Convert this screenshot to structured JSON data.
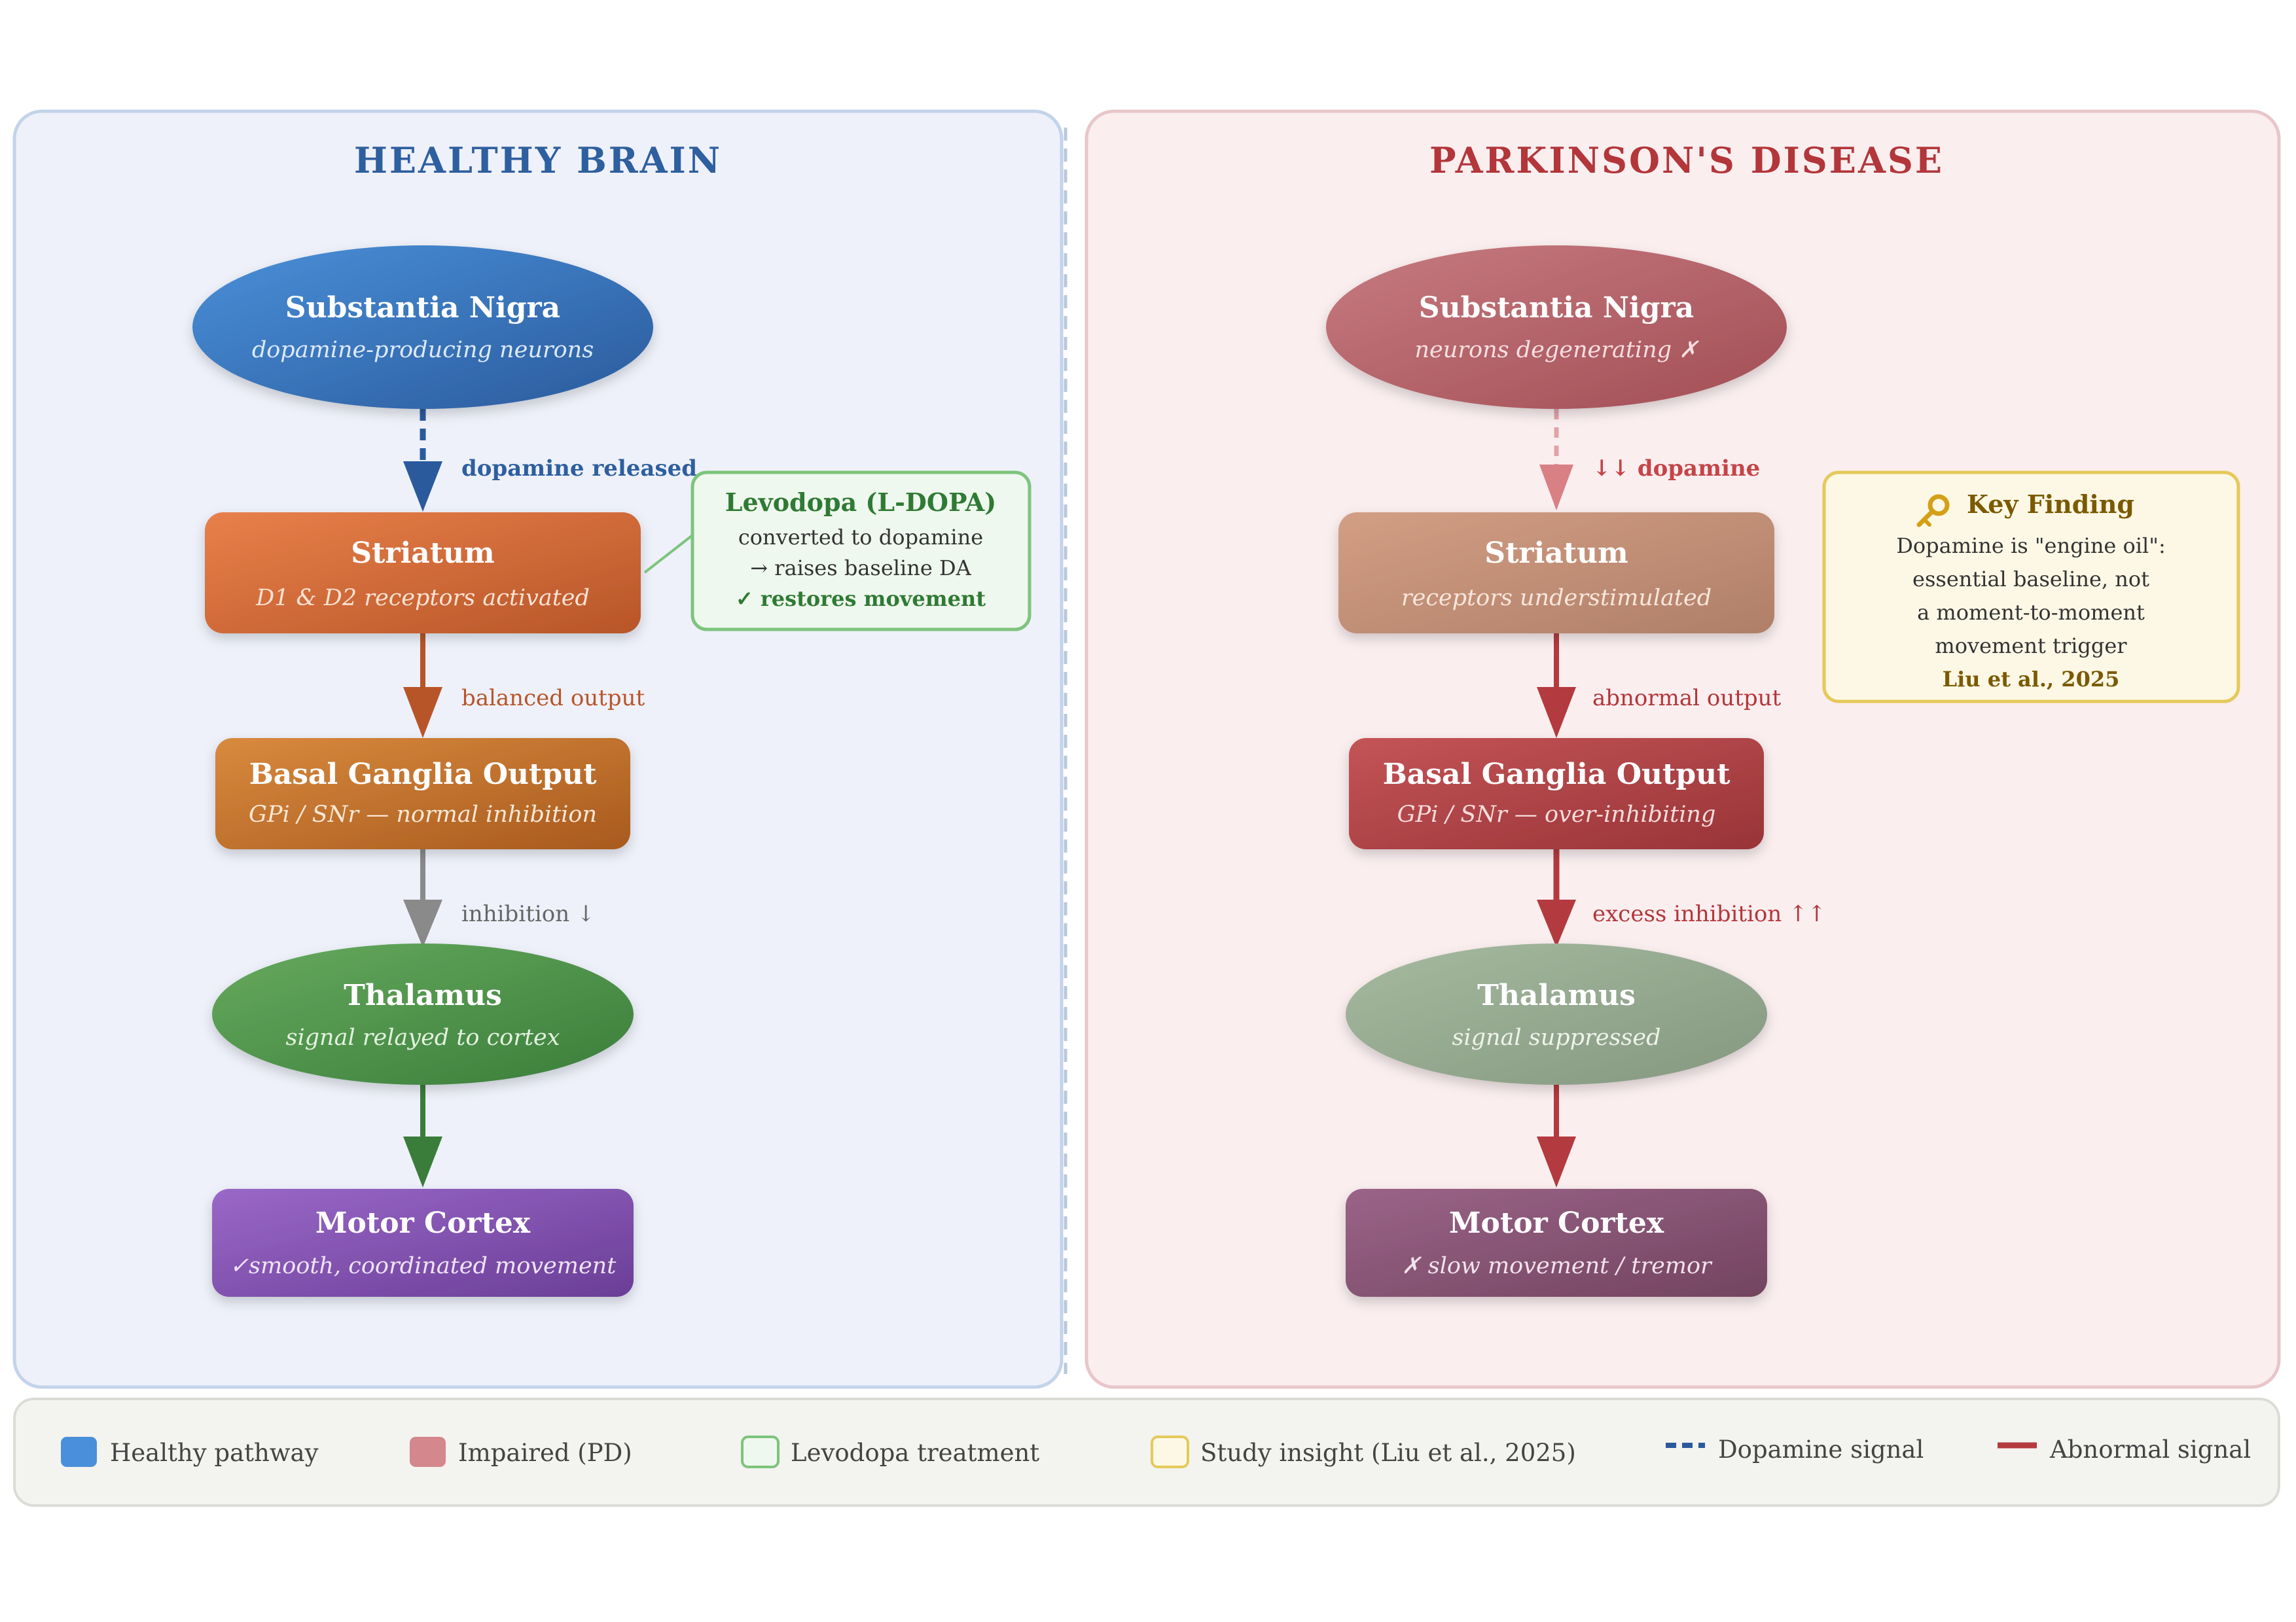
{
  "healthy": {
    "title": "HEALTHY BRAIN",
    "nodes": {
      "sn": {
        "title": "Substantia Nigra",
        "sub": "dopamine-producing neurons"
      },
      "striatum": {
        "title": "Striatum",
        "sub": "D1 & D2 receptors activated"
      },
      "bgo": {
        "title": "Basal Ganglia Output",
        "sub": "GPi / SNr — normal inhibition"
      },
      "thalamus": {
        "title": "Thalamus",
        "sub": "signal relayed to cortex"
      },
      "motor": {
        "title": "Motor Cortex",
        "sub": "✓smooth, coordinated movement"
      }
    },
    "edges": {
      "e1": "dopamine released",
      "e2": "balanced output",
      "e3": "inhibition ↓"
    }
  },
  "pd": {
    "title": "PARKINSON'S DISEASE",
    "nodes": {
      "sn": {
        "title": "Substantia Nigra",
        "sub": "neurons degenerating ✗"
      },
      "striatum": {
        "title": "Striatum",
        "sub": "receptors understimulated"
      },
      "bgo": {
        "title": "Basal Ganglia Output",
        "sub": "GPi / SNr — over-inhibiting"
      },
      "thalamus": {
        "title": "Thalamus",
        "sub": "signal suppressed"
      },
      "motor": {
        "title": "Motor Cortex",
        "sub": "✗ slow movement / tremor"
      }
    },
    "edges": {
      "e1": "↓↓ dopamine",
      "e2": "abnormal output",
      "e3": "excess inhibition ↑↑"
    }
  },
  "levodopa": {
    "title": "Levodopa (L-DOPA)",
    "lines": [
      "converted to dopamine",
      "→ raises baseline DA",
      "✓ restores movement"
    ]
  },
  "key_finding": {
    "icon": "key-icon",
    "title": "Key Finding",
    "lines": [
      "Dopamine is \"engine oil\":",
      "essential baseline, not",
      "a moment-to-moment",
      "movement trigger",
      "Liu et al., 2025"
    ]
  },
  "legend": {
    "healthy": "Healthy pathway",
    "impaired": "Impaired (PD)",
    "levodopa": "Levodopa treatment",
    "study": "Study insight (Liu et al., 2025)",
    "dopamine": "Dopamine signal",
    "abnormal": "Abnormal signal"
  },
  "colors": {
    "healthy_blue": "#2e5f9e",
    "pd_red": "#b2363a",
    "levodopa_green": "#2f7a34",
    "study_gold": "#7a5a00"
  }
}
